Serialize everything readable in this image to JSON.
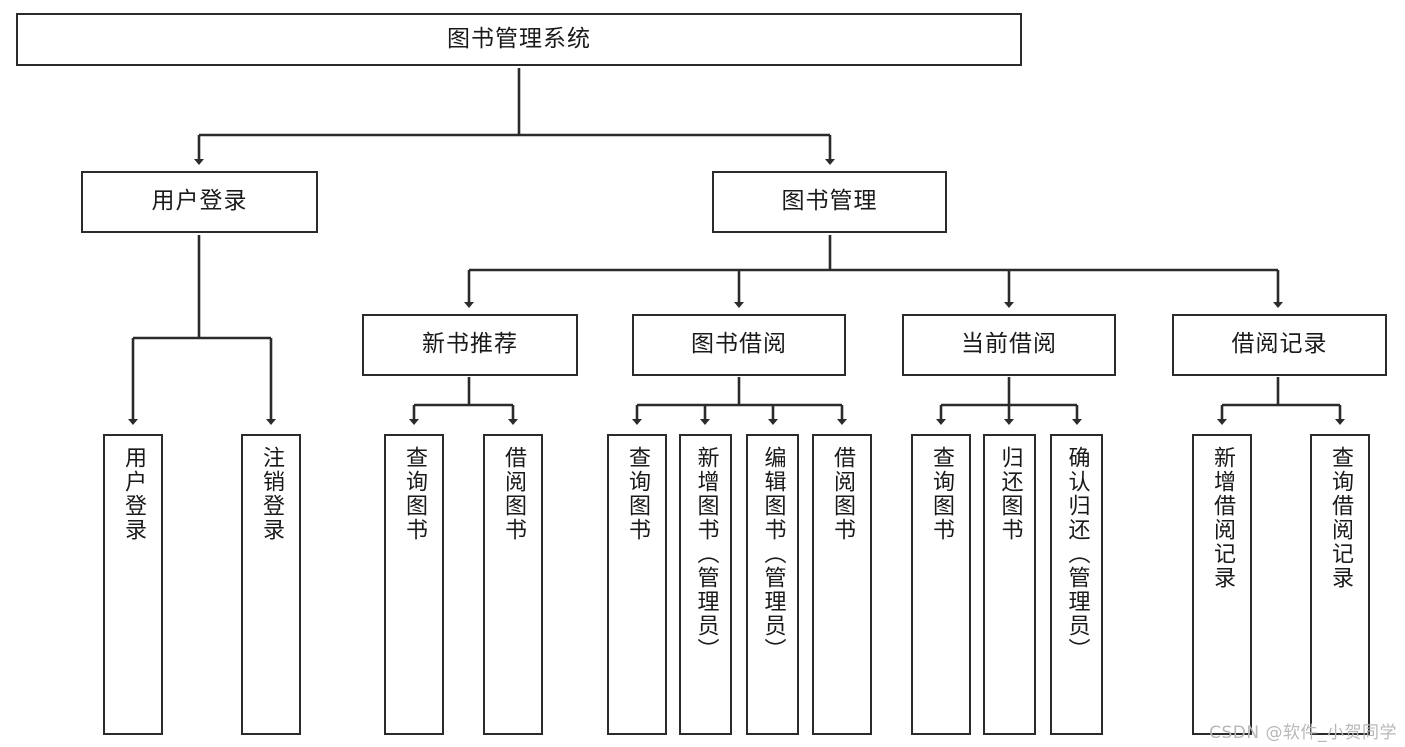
{
  "diagram": {
    "type": "tree-hierarchy",
    "title": "图书管理系统",
    "root": {
      "label": "图书管理系统"
    },
    "level2": [
      {
        "label": "用户登录"
      },
      {
        "label": "图书管理"
      }
    ],
    "level3": [
      {
        "label": "新书推荐",
        "parent": "图书管理"
      },
      {
        "label": "图书借阅",
        "parent": "图书管理"
      },
      {
        "label": "当前借阅",
        "parent": "图书管理"
      },
      {
        "label": "借阅记录",
        "parent": "图书管理"
      }
    ],
    "leaves": [
      {
        "label": "用户登录",
        "parent": "用户登录"
      },
      {
        "label": "注销登录",
        "parent": "用户登录"
      },
      {
        "label": "查询图书",
        "parent": "新书推荐"
      },
      {
        "label": "借阅图书",
        "parent": "新书推荐"
      },
      {
        "label": "查询图书",
        "parent": "图书借阅"
      },
      {
        "label": "新增图书（管理员）",
        "parent": "图书借阅"
      },
      {
        "label": "编辑图书（管理员）",
        "parent": "图书借阅"
      },
      {
        "label": "借阅图书",
        "parent": "图书借阅"
      },
      {
        "label": "查询图书",
        "parent": "当前借阅"
      },
      {
        "label": "归还图书",
        "parent": "当前借阅"
      },
      {
        "label": "确认归还（管理员）",
        "parent": "当前借阅"
      },
      {
        "label": "新增借阅记录",
        "parent": "借阅记录"
      },
      {
        "label": "查询借阅记录",
        "parent": "借阅记录"
      }
    ],
    "watermark": "CSDN @软件_小贺同学",
    "colors": {
      "stroke": "#2b2b2b",
      "background": "#ffffff",
      "text": "#1a1a1a",
      "watermark": "#b8b8b8"
    }
  }
}
